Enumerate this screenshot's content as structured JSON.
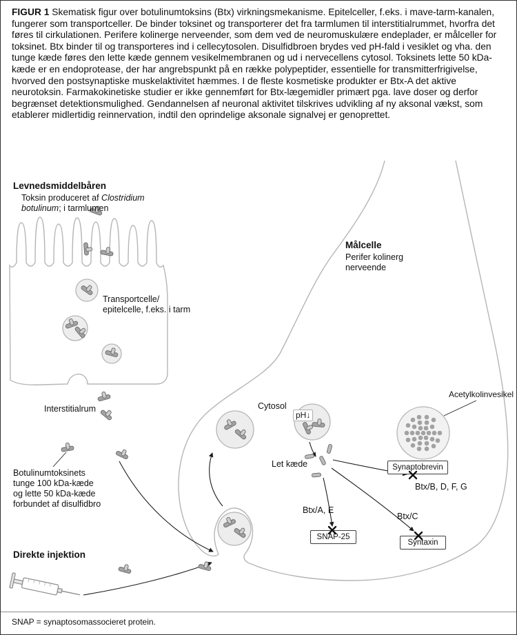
{
  "caption": {
    "label": "FIGUR 1",
    "text": "Skematisk figur over botulinumtoksins (Btx) virkningsmekanisme. Epitelceller, f.eks. i mave-tarm-kanalen, fungerer som transportceller. De binder toksinet og transporterer det fra tarmlumen til interstitialrummet, hvorfra det føres til cirkulationen. Perifere kolinerge nerveender, som dem ved de neuromuskulære endeplader, er målceller for toksinet. Btx binder til og transporteres ind i cellecytosolen. Disulfidbroen brydes ved pH-fald i vesiklet og vha. den tunge kæde føres den lette kæde gennem vesikelmembranen og ud i nervecellens cytosol. Toksinets lette 50 kDa-kæde er en endoprotease, der har angrebspunkt på en række polypeptider, essentielle for transmitterfrigivelse, hvorved den postsynaptiske muskelaktivitet hæmmes. I de fleste kosmetiske produkter er Btx-A det aktive neurotoksin. Farmakokinetiske studier er ikke gennemført for Btx-lægemidler primært pga. lave doser og derfor begrænset detektionsmulighed. Gendannelsen af neuronal aktivitet tilskrives udvikling af ny aksonal vækst, som etablerer midlertidig reinnervation, indtil den oprindelige aksonale signalvej er genoprettet."
  },
  "labels": {
    "foodborne_title": "Levnedsmiddelbåren",
    "foodborne_line1_plain": "Toksin produceret af ",
    "foodborne_line1_italic": "Clostridium",
    "foodborne_line2_italic": "botulinum",
    "foodborne_line2_plain": "; i tarmlumen",
    "transport_line1": "Transportcelle/",
    "transport_line2": "epitelcelle, f.eks. i tarm",
    "interstitial": "Interstitialrum",
    "toxin_desc_line1": "Botulinumtoksinets",
    "toxin_desc_line2": "tunge 100 kDa-kæde",
    "toxin_desc_line3": "og lette 50 kDa-kæde",
    "toxin_desc_line4": "forbundet af disulfidbro",
    "injection": "Direkte injektion",
    "target_title": "Målcelle",
    "target_line1": "Perifer kolinerg",
    "target_line2": "nerveende",
    "cytosol": "Cytosol",
    "ph": "pH↓",
    "light_chain": "Let kæde",
    "ach_vesicle": "Acetylkolinvesikel",
    "synaptobrevin": "Synaptobrevin",
    "btx_bdfg": "Btx/B, D, F, G",
    "btx_ae": "Btx/A, E",
    "snap25": "SNAP-25",
    "btx_c": "Btx/C",
    "syntaxin": "Syntaxin"
  },
  "footnote": "SNAP = synaptosomassocieret protein.",
  "colors": {
    "membrane_outline": "#b5b5b5",
    "vesicle_fill": "#ededed",
    "toxin_heavy_chain": "#a4a4a4",
    "toxin_light_chain": "#cfcfcf",
    "acetylcholine_dots": "#a2a2a2",
    "arrow": "#1c1c1c",
    "text": "#111111"
  }
}
